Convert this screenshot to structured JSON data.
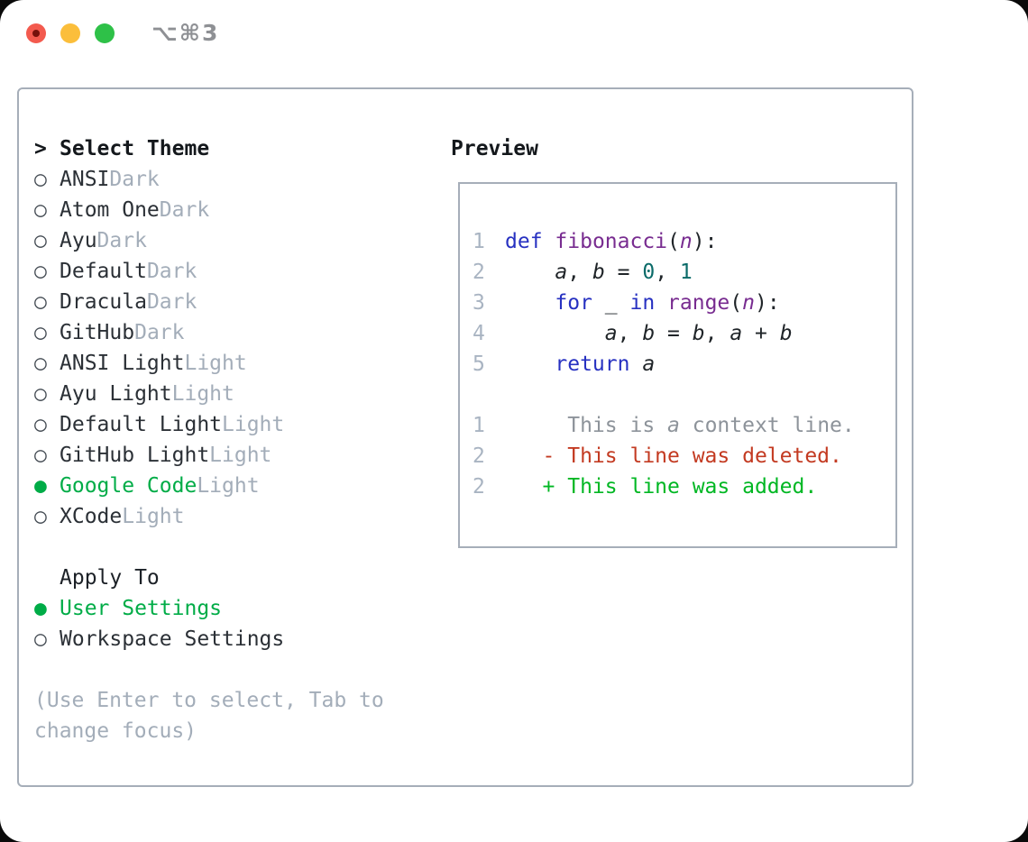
{
  "window": {
    "title": "⌥⌘3",
    "traffic_lights": [
      {
        "name": "close-button",
        "color": "#f35a4e"
      },
      {
        "name": "minimize-button",
        "color": "#fbbe3b"
      },
      {
        "name": "zoom-button",
        "color": "#2ec148"
      }
    ]
  },
  "theme_list": {
    "header": {
      "marker": ">",
      "label": "Select Theme"
    },
    "markers": {
      "selected": "●",
      "unselected": "○"
    },
    "items": [
      {
        "label": "ANSI",
        "variant": "Dark",
        "selected": false
      },
      {
        "label": "Atom One",
        "variant": "Dark",
        "selected": false
      },
      {
        "label": "Ayu",
        "variant": "Dark",
        "selected": false
      },
      {
        "label": "Default",
        "variant": "Dark",
        "selected": false
      },
      {
        "label": "Dracula",
        "variant": "Dark",
        "selected": false
      },
      {
        "label": "GitHub",
        "variant": "Dark",
        "selected": false
      },
      {
        "label": "ANSI Light",
        "variant": "Light",
        "selected": false
      },
      {
        "label": "Ayu Light",
        "variant": "Light",
        "selected": false
      },
      {
        "label": "Default Light",
        "variant": "Light",
        "selected": false
      },
      {
        "label": "GitHub Light",
        "variant": "Light",
        "selected": false
      },
      {
        "label": "Google Code",
        "variant": "Light",
        "selected": true
      },
      {
        "label": "XCode",
        "variant": "Light",
        "selected": false
      }
    ]
  },
  "apply_to": {
    "header": "Apply To",
    "items": [
      {
        "label": "User Settings",
        "selected": true
      },
      {
        "label": "Workspace Settings",
        "selected": false
      }
    ]
  },
  "hint_lines": [
    "(Use Enter to select, Tab to",
    "change focus)"
  ],
  "preview": {
    "header": "Preview",
    "lines": [
      {
        "num": "1",
        "tokens": [
          [
            "kw",
            "def"
          ],
          [
            "pl",
            " "
          ],
          [
            "fn",
            "fibonacci"
          ],
          [
            "pl",
            "("
          ],
          [
            "pm",
            "n"
          ],
          [
            "pl",
            "):"
          ]
        ]
      },
      {
        "num": "2",
        "tokens": [
          [
            "pl",
            "    "
          ],
          [
            "vr",
            "a"
          ],
          [
            "pl",
            ", "
          ],
          [
            "vr",
            "b"
          ],
          [
            "pl",
            " = "
          ],
          [
            "lt",
            "0"
          ],
          [
            "pl",
            ", "
          ],
          [
            "lt",
            "1"
          ]
        ]
      },
      {
        "num": "3",
        "tokens": [
          [
            "pl",
            "    "
          ],
          [
            "kw",
            "for"
          ],
          [
            "pl",
            " _ "
          ],
          [
            "kw",
            "in"
          ],
          [
            "pl",
            " "
          ],
          [
            "fn",
            "range"
          ],
          [
            "pl",
            "("
          ],
          [
            "pm",
            "n"
          ],
          [
            "pl",
            "):"
          ]
        ]
      },
      {
        "num": "4",
        "tokens": [
          [
            "pl",
            "        "
          ],
          [
            "vr",
            "a"
          ],
          [
            "pl",
            ", "
          ],
          [
            "vr",
            "b"
          ],
          [
            "pl",
            " = "
          ],
          [
            "vr",
            "b"
          ],
          [
            "pl",
            ", "
          ],
          [
            "vr",
            "a"
          ],
          [
            "pl",
            " + "
          ],
          [
            "vr",
            "b"
          ]
        ]
      },
      {
        "num": "5",
        "tokens": [
          [
            "pl",
            "    "
          ],
          [
            "kw",
            "return"
          ],
          [
            "pl",
            " "
          ],
          [
            "vr",
            "a"
          ]
        ]
      },
      {
        "num": "",
        "tokens": []
      },
      {
        "num": "1",
        "tokens": [
          [
            "ct",
            "     This is "
          ],
          [
            "cti",
            "a"
          ],
          [
            "ct",
            " context line."
          ]
        ]
      },
      {
        "num": "2",
        "tokens": [
          [
            "dl",
            "   - This line was deleted."
          ]
        ]
      },
      {
        "num": "2",
        "tokens": [
          [
            "ad",
            "   + This line was added."
          ]
        ]
      }
    ]
  },
  "colors": {
    "accent_green": "#00ac47",
    "added_green": "#00b723",
    "deleted_red": "#c33a21",
    "keyword_blue": "#2731c1",
    "function_purple": "#782c90",
    "literal_teal": "#0b6b69",
    "line_number_gray": "#a9b4c2",
    "muted_gray": "#a3adb9",
    "panel_border": "#a6aeb9",
    "text_dark": "#24292e"
  }
}
